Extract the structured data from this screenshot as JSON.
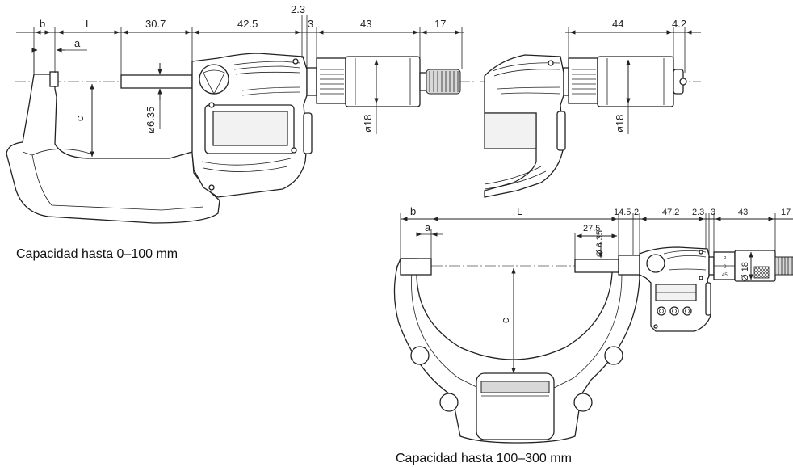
{
  "top_view": {
    "dims": {
      "b": "b",
      "L": "L",
      "a": "a",
      "d30_7": "30.7",
      "d42_5": "42.5",
      "d2_3": "2.3",
      "d3": "3",
      "d43": "43",
      "d17": "17",
      "c": "c",
      "phi6_35": "ø6.35",
      "phi18": "ø18"
    },
    "caption": "Capacidad hasta 0–100 mm"
  },
  "partial_view": {
    "dims": {
      "d44": "44",
      "d4_2": "4.2",
      "phi18": "ø18"
    }
  },
  "large_view": {
    "dims": {
      "b": "b",
      "L": "L",
      "a": "a",
      "d14_5": "14.5",
      "d2": "2",
      "d47_2": "47.2",
      "d2_3": "2.3",
      "d3": "3",
      "d43": "43",
      "d17": "17",
      "d27_5": "27.5",
      "phi6_35": "Ø 6.35",
      "phi18": "Ø 18",
      "c": "c",
      "scale_5": "5",
      "scale_0": "0",
      "scale_45": "45"
    },
    "caption": "Capacidad hasta 100–300 mm"
  },
  "colors": {
    "line": "#222222",
    "shade": "#d8d8d8",
    "screen": "#f2f2f2"
  }
}
